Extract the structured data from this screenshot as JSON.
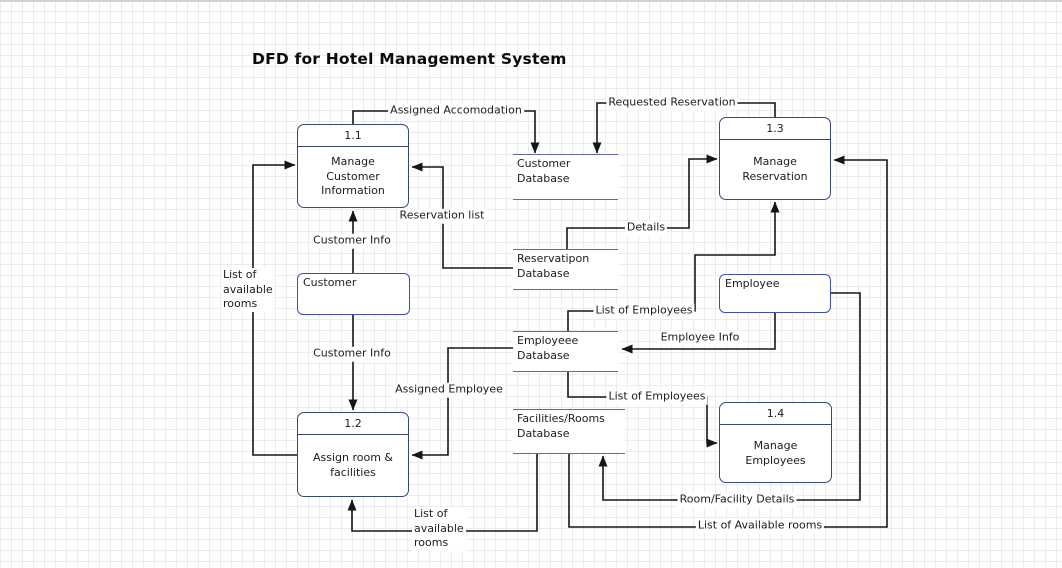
{
  "title": "DFD for Hotel Management System",
  "processes": [
    {
      "id": "1.1",
      "label": "Manage\nCustomer\nInformation"
    },
    {
      "id": "1.2",
      "label": "Assign room &\nfacilities"
    },
    {
      "id": "1.3",
      "label": "Manage\nReservation"
    },
    {
      "id": "1.4",
      "label": "Manage\nEmployees"
    }
  ],
  "entities": [
    {
      "label": "Customer"
    },
    {
      "label": "Employee"
    }
  ],
  "datastores": [
    {
      "label": "Customer\nDatabase"
    },
    {
      "label": "Reservatipon\nDatabase"
    },
    {
      "label": "Employeee\nDatabase"
    },
    {
      "label": "Facilities/Rooms\nDatabase"
    }
  ],
  "flows": [
    {
      "name": "assigned-accomodation",
      "label": "Assigned Accomodation",
      "from": "process-1.1",
      "to": "customer-database"
    },
    {
      "name": "requested-reservation",
      "label": "Requested Reservation",
      "from": "process-1.3",
      "to": "customer-database"
    },
    {
      "name": "reservation-list",
      "label": "Reservation list",
      "from": "reservation-database",
      "to": "process-1.1"
    },
    {
      "name": "customer-info-top",
      "label": "Customer Info",
      "from": "customer",
      "to": "process-1.1"
    },
    {
      "name": "customer-info-bottom",
      "label": "Customer Info",
      "from": "customer",
      "to": "process-1.2"
    },
    {
      "name": "list-of-available-rooms-left",
      "label": "List of\navailable\nrooms",
      "from": "process-1.2",
      "to": "process-1.1"
    },
    {
      "name": "details",
      "label": "Details",
      "from": "reservation-database",
      "to": "process-1.3"
    },
    {
      "name": "list-of-employees-top",
      "label": "List of Employees",
      "from": "employee-database",
      "to": "process-1.3"
    },
    {
      "name": "employee-info",
      "label": "Employee Info",
      "from": "employee",
      "to": "employee-database"
    },
    {
      "name": "assigned-employee",
      "label": "Assigned Employee",
      "from": "employee-database",
      "to": "process-1.2"
    },
    {
      "name": "list-of-employees-bottom",
      "label": "List of Employees",
      "from": "employee-database",
      "to": "process-1.4"
    },
    {
      "name": "room-facility-details",
      "label": "Room/Facility Details",
      "from": "employee",
      "to": "facilities-rooms-database"
    },
    {
      "name": "list-of-available-rooms-bottom",
      "label": "List of\navailable\nrooms",
      "from": "facilities-rooms-database",
      "to": "process-1.2"
    },
    {
      "name": "list-of-available-rooms-long",
      "label": "List of Available rooms",
      "from": "facilities-rooms-database",
      "to": "process-1.3"
    }
  ],
  "colors": {
    "process_border": "#3a4679",
    "entity_border": "#3f4fb0",
    "datastore_line": "#5d6b9e",
    "wire": "#161616",
    "grid": "#ebebf0"
  }
}
